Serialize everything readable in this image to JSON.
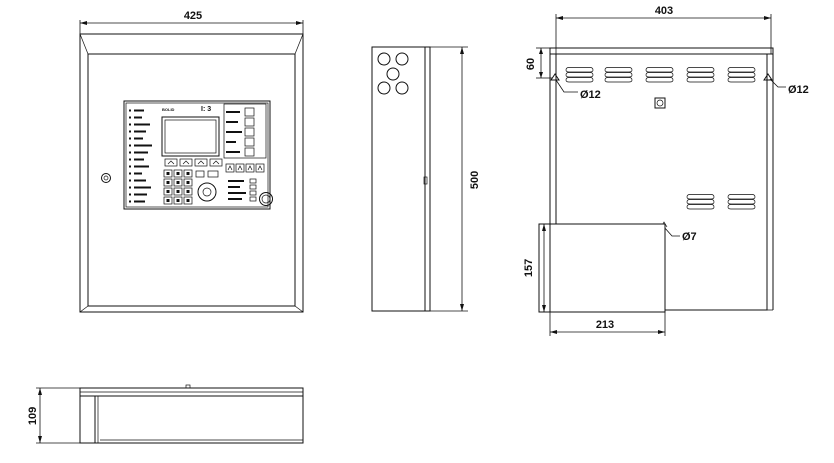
{
  "dimensions": {
    "front_width": "425",
    "side_height": "500",
    "depth": "109",
    "back_width": "403",
    "top_offset": "60",
    "hole_left": "Ø12",
    "hole_right": "Ø12",
    "hole_small": "Ø7",
    "lower_height": "157",
    "lower_width": "213"
  },
  "panel": {
    "brand": "BOLID",
    "indicator": "I: 3"
  }
}
